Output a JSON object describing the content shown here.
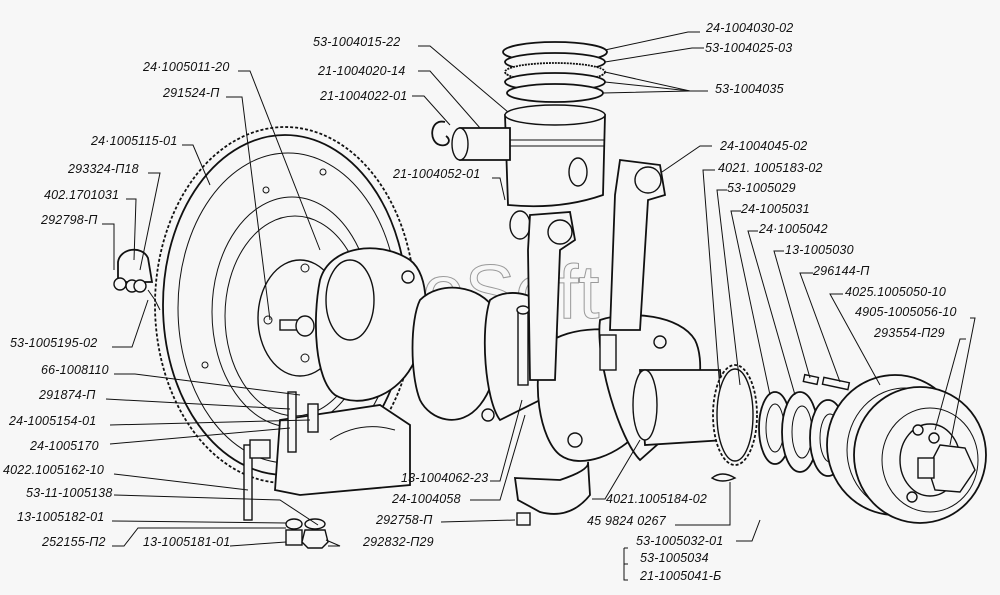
{
  "diagram": {
    "watermark": "AutoSoft",
    "callouts": [
      {
        "id": "c1",
        "text": "24·1005011-20"
      },
      {
        "id": "c2",
        "text": "291524-П"
      },
      {
        "id": "c3",
        "text": "24·1005115-01"
      },
      {
        "id": "c4",
        "text": "293324-П18"
      },
      {
        "id": "c5",
        "text": "402.1701031"
      },
      {
        "id": "c6",
        "text": "292798-П"
      },
      {
        "id": "c7",
        "text": "53-1005195-02"
      },
      {
        "id": "c8",
        "text": "66-1008110"
      },
      {
        "id": "c9",
        "text": "291874-П"
      },
      {
        "id": "c10",
        "text": "24-1005154-01"
      },
      {
        "id": "c11",
        "text": "24-1005170"
      },
      {
        "id": "c12",
        "text": "4022.1005162-10"
      },
      {
        "id": "c13",
        "text": "53-11-1005138"
      },
      {
        "id": "c14",
        "text": "13-1005182-01"
      },
      {
        "id": "c15",
        "text": "252155-П2"
      },
      {
        "id": "c16",
        "text": "13-1005181-01"
      },
      {
        "id": "c17",
        "text": "292832-П29"
      },
      {
        "id": "c18",
        "text": "292758-П"
      },
      {
        "id": "c19",
        "text": "24-1004058"
      },
      {
        "id": "c20",
        "text": "13-1004062-23"
      },
      {
        "id": "c21",
        "text": "4021.1005184-02"
      },
      {
        "id": "c22",
        "text": "45 9824 0267"
      },
      {
        "id": "c23",
        "text": "53-1005032-01"
      },
      {
        "id": "c24",
        "text": "53-1005034"
      },
      {
        "id": "c25",
        "text": "21-1005041-Б"
      },
      {
        "id": "c26",
        "text": "53-1004015-22"
      },
      {
        "id": "c27",
        "text": "21-1004020-14"
      },
      {
        "id": "c28",
        "text": "21-1004022-01"
      },
      {
        "id": "c29",
        "text": "21-1004052-01"
      },
      {
        "id": "c30",
        "text": "24-1004030-02"
      },
      {
        "id": "c31",
        "text": "53-1004025-03"
      },
      {
        "id": "c32",
        "text": "53-1004035"
      },
      {
        "id": "c33",
        "text": "24-1004045-02"
      },
      {
        "id": "c34",
        "text": "4021. 1005183-02"
      },
      {
        "id": "c35",
        "text": "53-1005029"
      },
      {
        "id": "c36",
        "text": "24-1005031"
      },
      {
        "id": "c37",
        "text": "24·1005042"
      },
      {
        "id": "c38",
        "text": "13-1005030"
      },
      {
        "id": "c39",
        "text": "296144-П"
      },
      {
        "id": "c40",
        "text": "4025.1005050-10"
      },
      {
        "id": "c41",
        "text": "4905-1005056-10"
      },
      {
        "id": "c42",
        "text": "293554-П29"
      }
    ]
  }
}
